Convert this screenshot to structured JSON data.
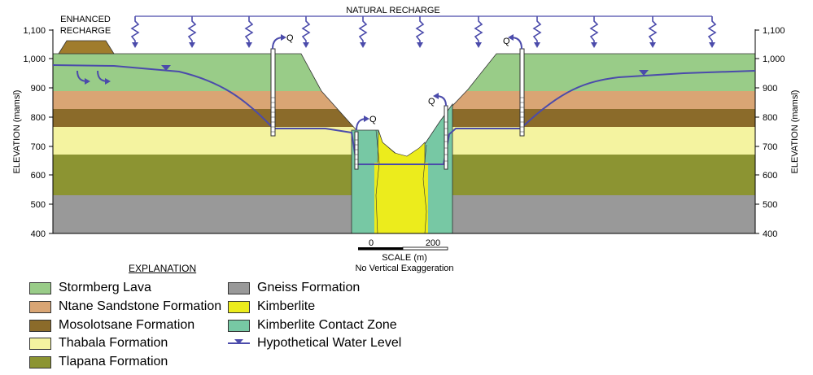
{
  "diagram": {
    "natural_recharge_label": "NATURAL RECHARGE",
    "enhanced_recharge_label_line1": "ENHANCED",
    "enhanced_recharge_label_line2": "RECHARGE",
    "y_axis_label_left": "ELEVATION (mamsl)",
    "y_axis_label_right": "ELEVATION (mamsl)",
    "y_ticks_left": [
      "1,100",
      "1,000",
      "900",
      "800",
      "700",
      "600",
      "500",
      "400"
    ],
    "y_ticks_right": [
      "1,100",
      "1,000",
      "900",
      "800",
      "700",
      "600",
      "500",
      "400"
    ],
    "pumping_label": "Q",
    "scale": {
      "tick_start": "0",
      "tick_end": "200",
      "label": "SCALE (m)",
      "note": "No Vertical Exaggeration"
    }
  },
  "explanation": {
    "title": "EXPLANATION",
    "items": [
      {
        "label": "Stormberg Lava",
        "color": "#99cc88"
      },
      {
        "label": "Ntane Sandstone Formation",
        "color": "#d9a574"
      },
      {
        "label": "Mosolotsane Formation",
        "color": "#8b6b2a"
      },
      {
        "label": "Thabala Formation",
        "color": "#f4f3a0"
      },
      {
        "label": "Tlapana Formation",
        "color": "#8c9432"
      },
      {
        "label": "Gneiss Formation",
        "color": "#999999"
      },
      {
        "label": "Kimberlite",
        "color": "#ecec1c"
      },
      {
        "label": "Kimberlite Contact Zone",
        "color": "#77c8a4"
      },
      {
        "label": "Hypothetical Water Level",
        "color": "#4b4bab"
      }
    ]
  },
  "colors": {
    "water_level": "#4b4bab",
    "recharge_arrow": "#4b4bab",
    "enhanced_recharge_mound": "#a07c2c"
  }
}
